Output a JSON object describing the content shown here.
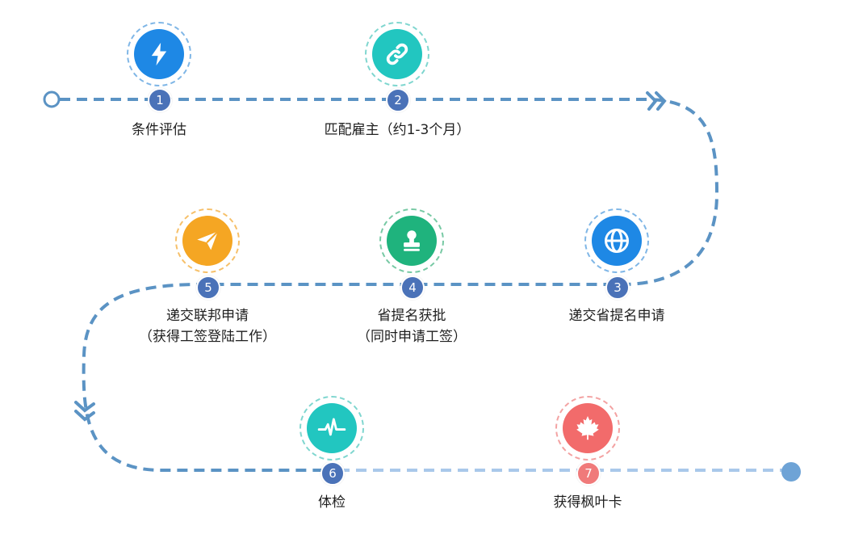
{
  "colors": {
    "road": "#5b93c4",
    "road_end": "#6ea3d6",
    "badge": "#4a72b8",
    "badge_final": "#f07a7a"
  },
  "steps": [
    {
      "number": "1",
      "label": "条件评估",
      "sublabel": "",
      "icon": "lightning-icon",
      "color": "#1e88e5",
      "ring": "#7fb6e6"
    },
    {
      "number": "2",
      "label": "匹配雇主（约1-3个月）",
      "sublabel": "",
      "icon": "link-icon",
      "color": "#22c6c0",
      "ring": "#7fd6cf"
    },
    {
      "number": "3",
      "label": "递交省提名申请",
      "sublabel": "",
      "icon": "globe-icon",
      "color": "#1e88e5",
      "ring": "#7fb6e6"
    },
    {
      "number": "4",
      "label": "省提名获批",
      "sublabel": "（同时申请工签）",
      "icon": "stamp-icon",
      "color": "#1fb37d",
      "ring": "#77c9a4"
    },
    {
      "number": "5",
      "label": "递交联邦申请",
      "sublabel": "（获得工签登陆工作）",
      "icon": "paper-plane-icon",
      "color": "#f5a623",
      "ring": "#f6c06a"
    },
    {
      "number": "6",
      "label": "体检",
      "sublabel": "",
      "icon": "heartbeat-icon",
      "color": "#22c6c0",
      "ring": "#7fd6cf"
    },
    {
      "number": "7",
      "label": "获得枫叶卡",
      "sublabel": "",
      "icon": "maple-leaf-icon",
      "color": "#f26b6b",
      "ring": "#f3a2a2"
    }
  ]
}
